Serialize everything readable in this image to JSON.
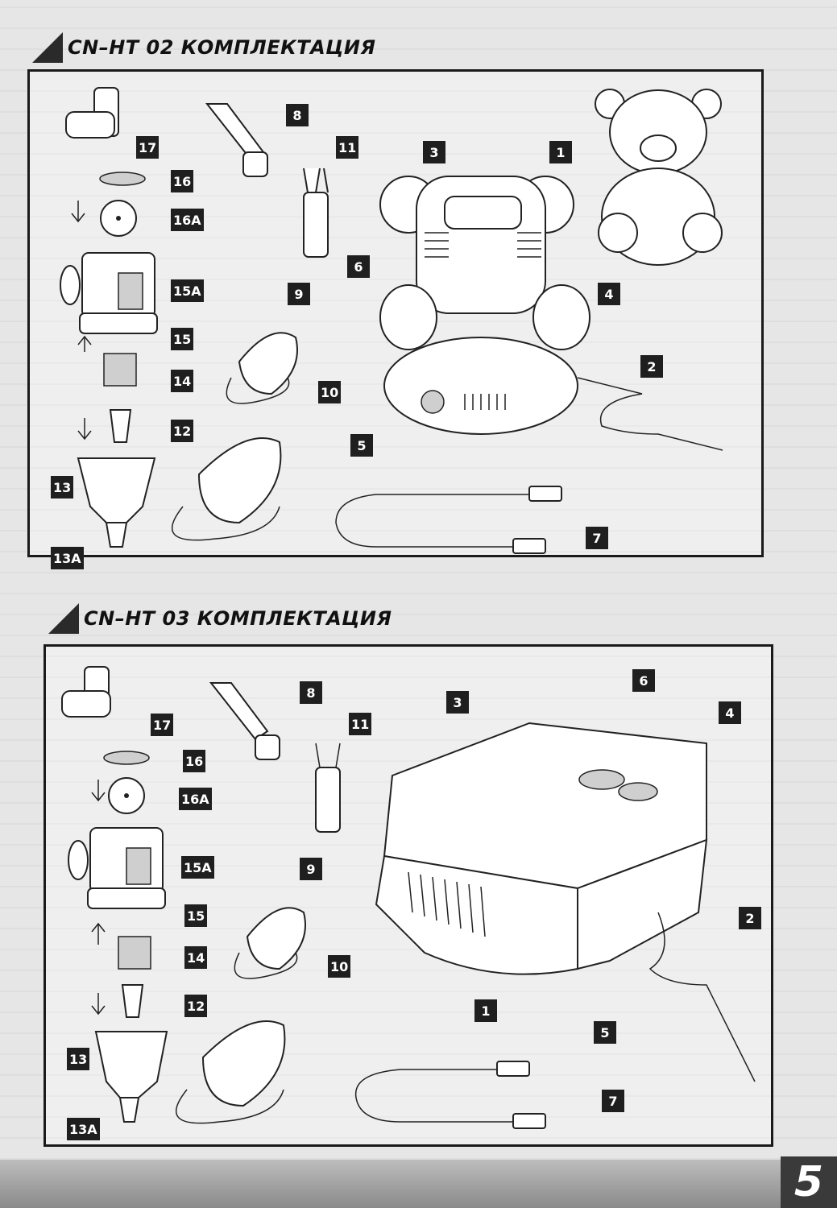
{
  "sections": [
    {
      "title": "CN–HT 02 КОМПЛЕКТАЦИЯ",
      "callouts": [
        "17",
        "16",
        "16A",
        "15A",
        "15",
        "14",
        "12",
        "13",
        "13A",
        "8",
        "11",
        "9",
        "10",
        "3",
        "1",
        "6",
        "4",
        "2",
        "5",
        "7"
      ]
    },
    {
      "title": "CN–HT 03 КОМПЛЕКТАЦИЯ",
      "callouts": [
        "17",
        "16",
        "16A",
        "15A",
        "15",
        "14",
        "12",
        "13",
        "13A",
        "8",
        "11",
        "9",
        "10",
        "3",
        "6",
        "4",
        "2",
        "1",
        "5",
        "7"
      ]
    }
  ],
  "page": {
    "number": "5"
  }
}
